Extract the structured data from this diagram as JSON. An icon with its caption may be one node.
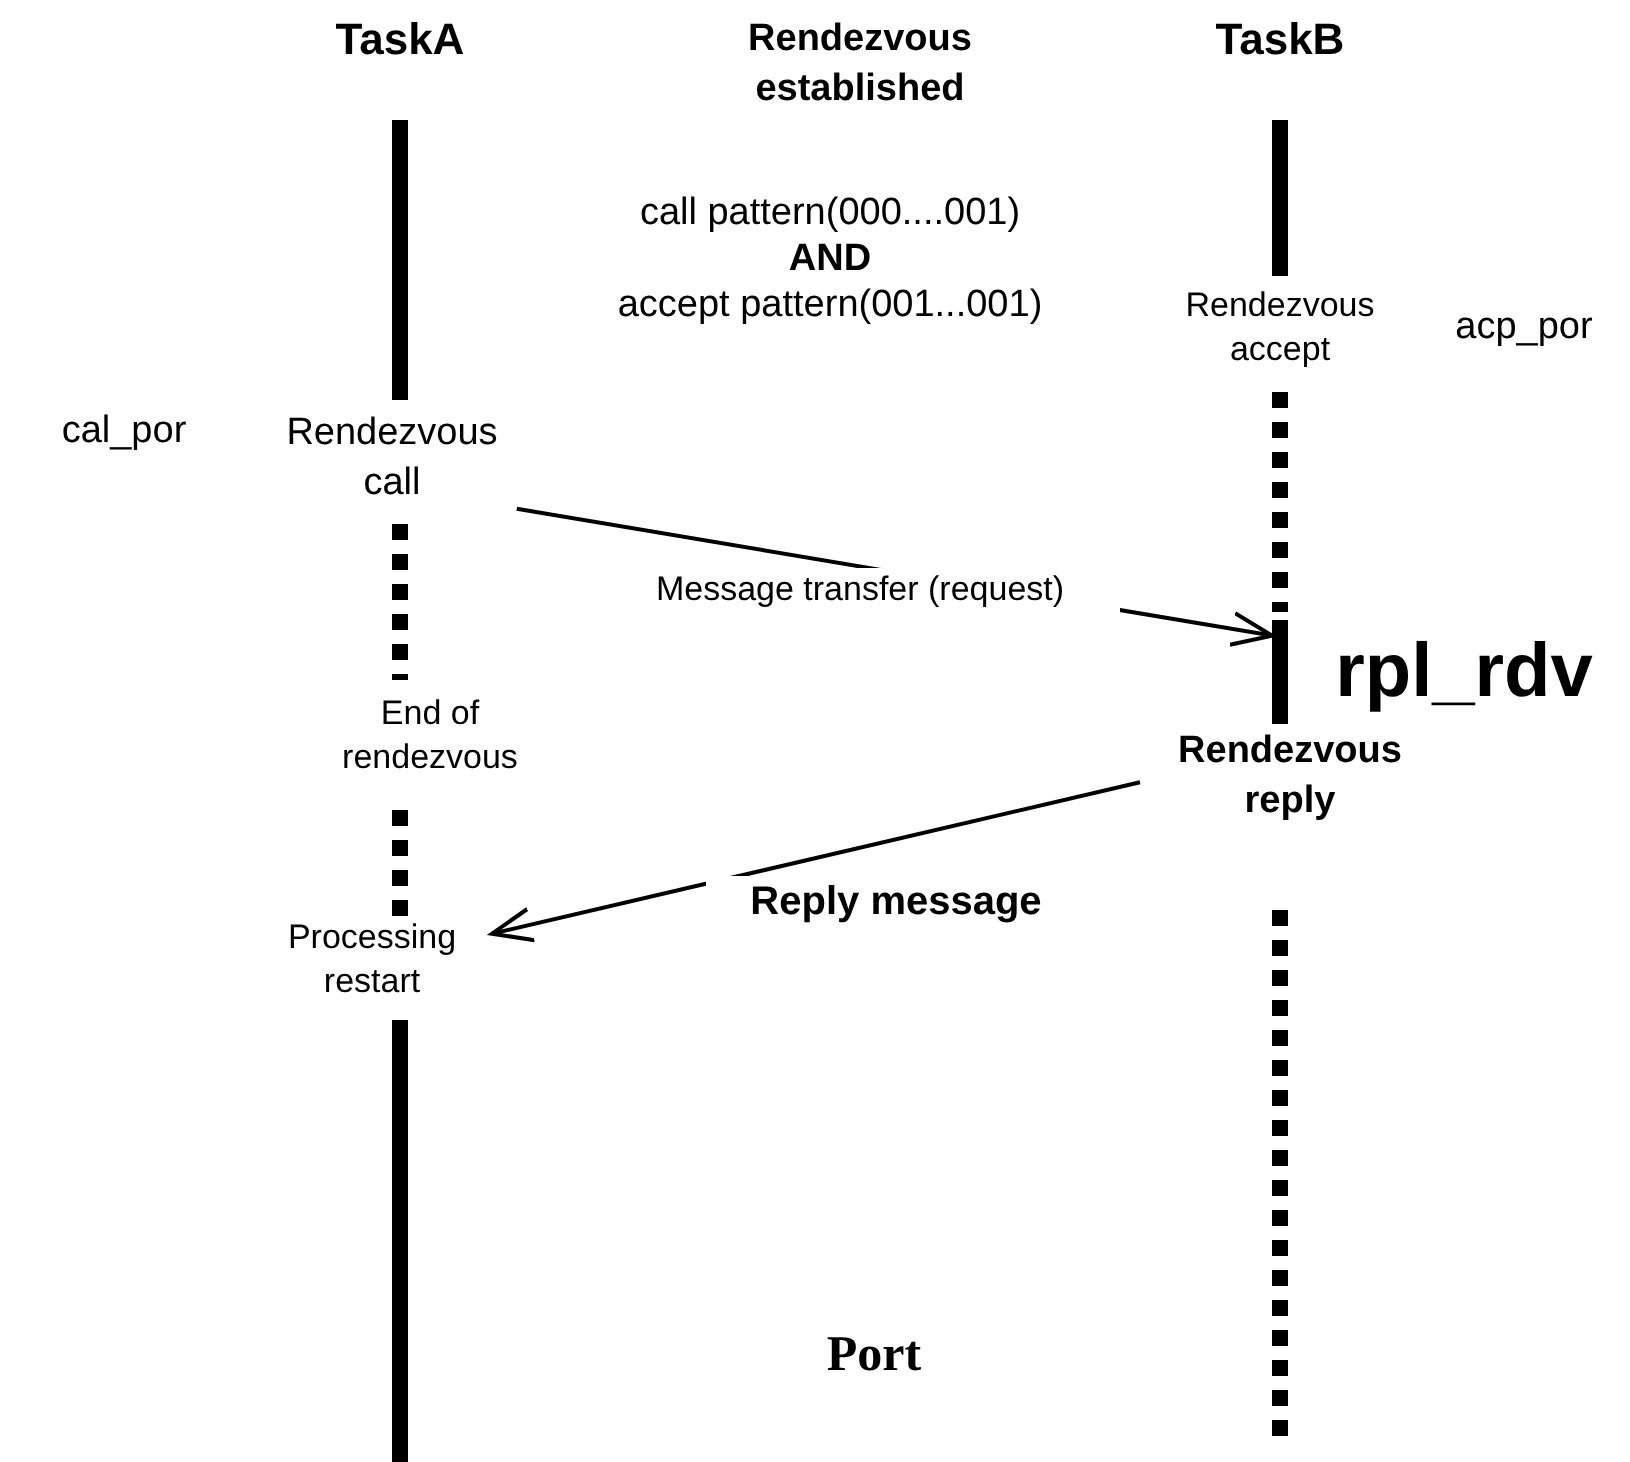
{
  "diagram": {
    "nodes": [
      {
        "text": [
          "Rendezvous call"
        ]
      },
      {
        "text": [],
        "shape": "bar"
      },
      {
        "text": [
          "Rendezvous reply"
        ]
      },
      {
        "text": [
          "Processing restart"
        ]
      }
    ],
    "edges": [
      {
        "from": 0,
        "to": 1,
        "arrow": "to",
        "label": "Message transfer (request)"
      },
      {
        "from": 2,
        "to": 3,
        "arrow": "to",
        "label": "Reply message"
      }
    ],
    "labels": [
      "TaskA",
      "Rendezvous established",
      "TaskB",
      "call pattern(000....001)",
      "AND",
      "accept pattern(001...001)",
      "Rendezvous accept",
      "acp_por",
      "cal_por",
      "End of rendezvous",
      "rpl_rdv",
      "Port"
    ]
  }
}
